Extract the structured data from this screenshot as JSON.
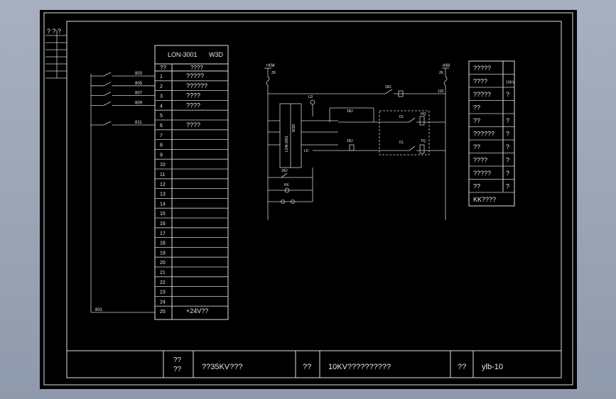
{
  "corner_marks": "? ? ?",
  "terminal_block": {
    "header": "LON-3001",
    "header_right": "W3D",
    "col_no": "??",
    "col_name": "????",
    "rows": [
      {
        "no": "1",
        "name": "?????"
      },
      {
        "no": "2",
        "name": "??????"
      },
      {
        "no": "3",
        "name": "????"
      },
      {
        "no": "4",
        "name": "????"
      },
      {
        "no": "5",
        "name": ""
      },
      {
        "no": "6",
        "name": "????"
      },
      {
        "no": "7",
        "name": ""
      },
      {
        "no": "8",
        "name": ""
      },
      {
        "no": "9",
        "name": ""
      },
      {
        "no": "10",
        "name": ""
      },
      {
        "no": "11",
        "name": ""
      },
      {
        "no": "12",
        "name": ""
      },
      {
        "no": "13",
        "name": ""
      },
      {
        "no": "14",
        "name": ""
      },
      {
        "no": "15",
        "name": ""
      },
      {
        "no": "16",
        "name": ""
      },
      {
        "no": "17",
        "name": ""
      },
      {
        "no": "18",
        "name": ""
      },
      {
        "no": "19",
        "name": ""
      },
      {
        "no": "20",
        "name": ""
      },
      {
        "no": "21",
        "name": ""
      },
      {
        "no": "22",
        "name": ""
      },
      {
        "no": "23",
        "name": ""
      },
      {
        "no": "24",
        "name": ""
      },
      {
        "no": "25",
        "name": "+24V??"
      }
    ]
  },
  "input_wires": [
    "803",
    "805",
    "807",
    "809",
    "811"
  ],
  "common_wire": "801",
  "schematic_labels": {
    "bus_left": "+KM",
    "bus_right": "-KM",
    "fuse_left": "ZK",
    "fuse_right": "ZK",
    "wire_102": "102",
    "relay": "1BJ",
    "ld": "LD",
    "kk": "KK",
    "dl": "DL",
    "tq": "TQ",
    "hq": "HQ",
    "lon_box": "LON-3001",
    "w3d": "W3D"
  },
  "legend": {
    "rows": [
      {
        "text": "?????",
        "mark": ""
      },
      {
        "text": "????",
        "mark": "10KV"
      },
      {
        "text": "?????",
        "mark": "?"
      },
      {
        "text": "??",
        "mark": ""
      },
      {
        "text": "??",
        "mark": "?"
      },
      {
        "text": "??????",
        "mark": "?"
      },
      {
        "text": "??",
        "mark": "?"
      },
      {
        "text": "????",
        "mark": "?"
      },
      {
        "text": "?????",
        "mark": "?"
      },
      {
        "text": "??",
        "mark": "?"
      },
      {
        "text": "KK????",
        "mark": ""
      }
    ]
  },
  "title_block": {
    "c1": "??",
    "c1b": "??",
    "c2": "??35KV???",
    "c3": "??",
    "c4": "10KV??????????",
    "c5": "??",
    "c6": "ylb-10"
  }
}
